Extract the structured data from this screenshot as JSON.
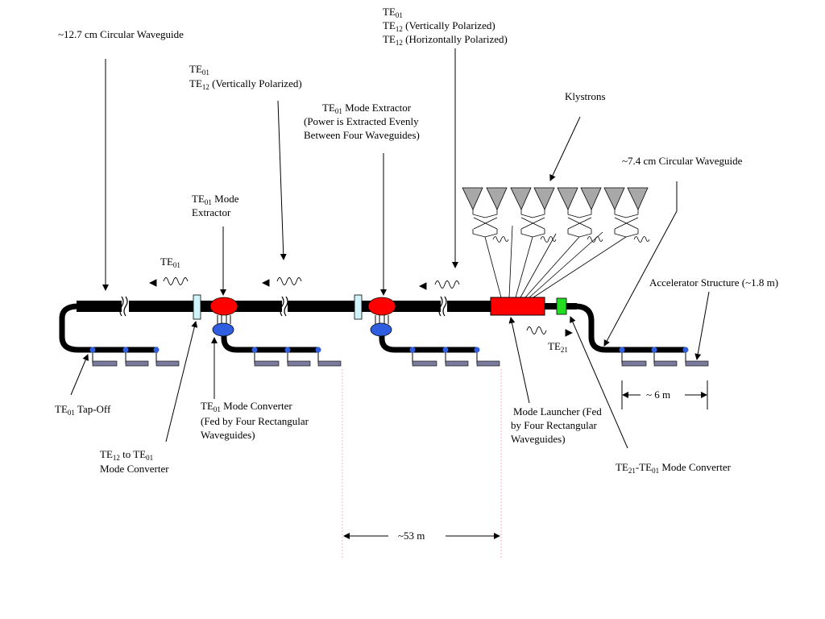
{
  "labels": {
    "waveguide_127": "~12.7 cm Circular Waveguide",
    "te01_te12_vert": {
      "te": "TE",
      "s01": "01",
      "s12": "12",
      "vert": " (Vertically Polarized)"
    },
    "te01_te12_both": {
      "te": "TE",
      "s01": "01",
      "s12": "12",
      "vert": " (Vertically Polarized)",
      "horiz": " (Horizontally Polarized)"
    },
    "extractor_four": [
      "Mode Extractor",
      "(Power is Extracted Evenly",
      "Between Four Waveguides)"
    ],
    "klystrons": "Klystrons",
    "waveguide_74": "~7.4 cm Circular Waveguide",
    "extractor_small": [
      "Mode",
      "Extractor"
    ],
    "wave_te01": {
      "te": "TE",
      "sub": "01"
    },
    "accelerator": "Accelerator Structure (~1.8 m)",
    "wave_te21": {
      "te": "TE",
      "sub": "21"
    },
    "tapoff": {
      "te": "TE",
      "sub": "01",
      "rest": " Tap-Off"
    },
    "converter_fed": {
      "te": "TE",
      "sub": "01",
      "l1": " Mode Converter",
      "l2": "(Fed by Four Rectangular",
      "l3": "Waveguides)"
    },
    "te12_te01": {
      "te": "TE",
      "s12": "12",
      "to": " to TE",
      "s01": "01",
      "l2": "Mode Converter"
    },
    "launcher": [
      "Mode Launcher (Fed",
      "by Four Rectangular",
      "Waveguides)"
    ],
    "te21_te01": {
      "te": "TE",
      "s21": "21",
      "mid": "-TE",
      "s01": "01",
      "rest": " Mode Converter"
    },
    "dim_6m": "~ 6 m",
    "dim_53m": "~53 m"
  },
  "colors": {
    "line": "#000000",
    "extractor": "#ff0000",
    "converter": "#2f5fe0",
    "launcher": "#ff0000",
    "te21_converter": "#22dd22",
    "coupler": "#cff3f8",
    "structure": "#7a7a9c",
    "klystron": "#a8a8a8",
    "dim_guide": "#ff9aa8"
  }
}
